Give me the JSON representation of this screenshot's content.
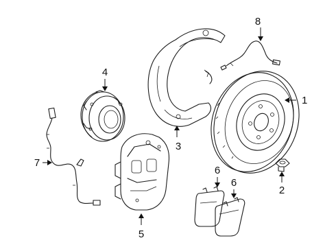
{
  "callouts": {
    "rotor": "1",
    "bolt": "2",
    "shield": "3",
    "hub": "4",
    "caliper": "5",
    "pad_left": "6",
    "pad_right": "6",
    "sensor_left": "7",
    "sensor_top": "8"
  },
  "colors": {
    "line": "#1a1a1a",
    "background": "#ffffff"
  }
}
